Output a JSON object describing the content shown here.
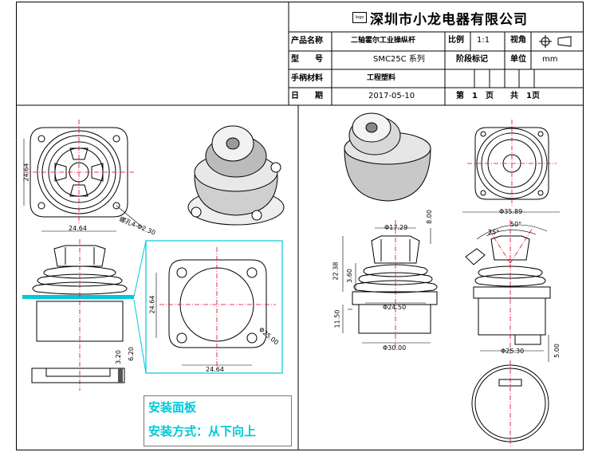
{
  "company": {
    "name": "深圳市小龙电器有限公司",
    "logo_text": "logo"
  },
  "title_block": {
    "product_name_label": "产品名称",
    "product_name_value": "二轴霍尔工业操纵杆",
    "scale_label": "比例",
    "scale_value": "1:1",
    "view_label": "视角",
    "model_label": "型　　号",
    "model_value": "SMC25C 系列",
    "stage_label": "阶段标记",
    "unit_label": "单位",
    "unit_value": "mm",
    "material_label": "手柄材料",
    "material_value": "工程塑料",
    "date_label": "日　　期",
    "date_value": "2017-05-10",
    "sheet_label": "第　1　页",
    "total_label": "共　1页"
  },
  "dimensions": {
    "top_view_left": "24.64",
    "top_view_bottom": "24.64",
    "hole": "螺孔4-Φ2.30",
    "panel_left": "24.64",
    "panel_bottom": "24.64",
    "panel_dia": "Φ25.00",
    "side_thick_1": "3.20",
    "side_thick_2": "6.20",
    "right_top_dia": "Φ17.29",
    "right_height": "8.00",
    "right_total_height": "22.38",
    "right_3_60": "3.60",
    "right_base_dia": "Φ24.50",
    "right_11_50": "11.50",
    "right_bottom_dia": "Φ30.00",
    "far_dia": "Φ35.89",
    "far_angle_50": "50°",
    "far_angle_25": "25°",
    "far_base": "Φ25.30",
    "far_height": "5.00"
  },
  "panel_note": {
    "title": "安装面板",
    "method": "安装方式：从下向上"
  },
  "colors": {
    "accent": "#00c8d8",
    "centerline": "#e0002a"
  }
}
